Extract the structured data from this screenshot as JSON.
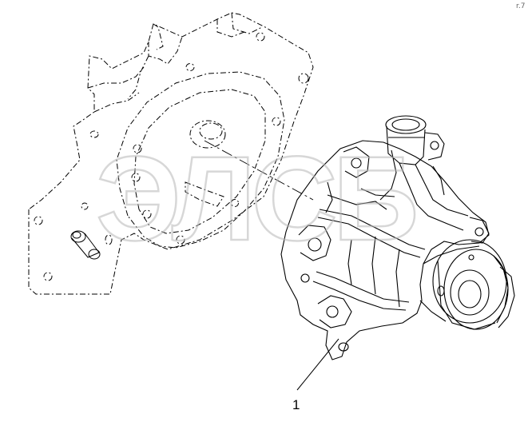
{
  "drawing": {
    "callouts": [
      {
        "label": "1"
      }
    ],
    "corner_mark": "r.7",
    "watermark_text": "ЭЛСБ"
  },
  "colors": {
    "line": "#000000",
    "hidden_line": "#000000",
    "background": "#ffffff",
    "watermark": "#b8b8b8"
  }
}
